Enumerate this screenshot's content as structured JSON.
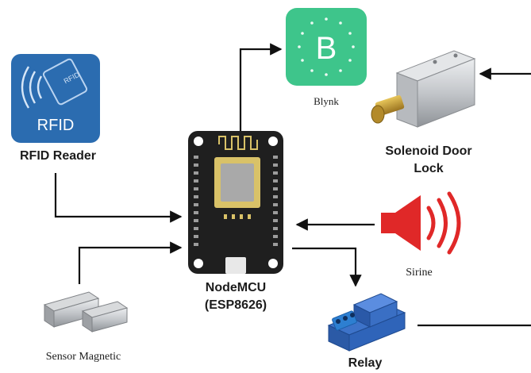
{
  "nodes": {
    "rfid": {
      "icon_text": "RFID",
      "card_text": "RFID",
      "label": "RFID Reader"
    },
    "blynk": {
      "icon_letter": "B",
      "label": "Blynk"
    },
    "nodemcu": {
      "label_line1": "NodeMCU",
      "label_line2": "(ESP8626)"
    },
    "solenoid": {
      "label_line1": "Solenoid Door",
      "label_line2": "Lock"
    },
    "sirine": {
      "label": "Sirine"
    },
    "sensor": {
      "label": "Sensor Magnetic"
    },
    "relay": {
      "label": "Relay"
    }
  },
  "colors": {
    "rfid_bg": "#2b6cb0",
    "blynk_bg": "#3ec58b",
    "board": "#1f1f1f",
    "chip": "#d9c268",
    "pins": "#9c9c9c",
    "siren": "#e02828",
    "relay_blue": "#2f64b9",
    "relay_terminal": "#2d7fd1",
    "solenoid_metal": "#c7c9cc",
    "solenoid_brass": "#c29a2e",
    "arrow": "#111111"
  }
}
